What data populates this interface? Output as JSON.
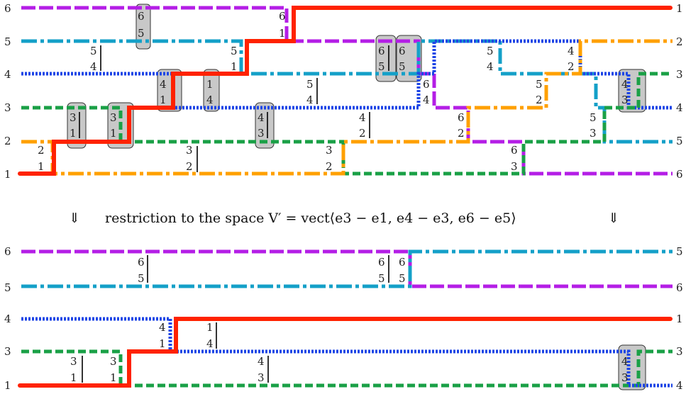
{
  "caption": {
    "arrow": "⇓",
    "text": "restriction to the space V′ = vect⟨e3 − e1, e4 − e3, e6 − e5⟩"
  },
  "colors": {
    "red": "#ff2200",
    "purple": "#b41ee6",
    "cyan": "#14a0c8",
    "blue": "#1e46e6",
    "green": "#1aa046",
    "orange": "#ffa000"
  },
  "top_diagram": {
    "left_labels": [
      "6",
      "5",
      "4",
      "3",
      "2",
      "1"
    ],
    "right_labels": [
      "1",
      "2",
      "3",
      "4",
      "5",
      "6"
    ],
    "crossings": [
      {
        "upper": "6",
        "lower": "5",
        "boxed": true
      },
      {
        "upper": "6",
        "lower": "1",
        "boxed": false
      },
      {
        "upper": "5",
        "lower": "4",
        "boxed": false
      },
      {
        "upper": "5",
        "lower": "1",
        "boxed": false
      },
      {
        "upper": "6",
        "lower": "5",
        "boxed": true
      },
      {
        "upper": "6",
        "lower": "5",
        "boxed": true
      },
      {
        "upper": "5",
        "lower": "4",
        "boxed": false
      },
      {
        "upper": "4",
        "lower": "2",
        "boxed": false
      },
      {
        "upper": "4",
        "lower": "1",
        "boxed": true
      },
      {
        "upper": "1",
        "lower": "4",
        "boxed": true
      },
      {
        "upper": "5",
        "lower": "4",
        "boxed": false
      },
      {
        "upper": "6",
        "lower": "4",
        "boxed": false
      },
      {
        "upper": "5",
        "lower": "2",
        "boxed": false
      },
      {
        "upper": "4",
        "lower": "3",
        "boxed": true
      },
      {
        "upper": "3",
        "lower": "1",
        "boxed": true
      },
      {
        "upper": "3",
        "lower": "1",
        "boxed": true
      },
      {
        "upper": "4",
        "lower": "3",
        "boxed": true
      },
      {
        "upper": "4",
        "lower": "2",
        "boxed": false
      },
      {
        "upper": "6",
        "lower": "2",
        "boxed": false
      },
      {
        "upper": "5",
        "lower": "3",
        "boxed": false
      },
      {
        "upper": "2",
        "lower": "1",
        "boxed": false
      },
      {
        "upper": "3",
        "lower": "2",
        "boxed": false
      },
      {
        "upper": "3",
        "lower": "2",
        "boxed": false
      },
      {
        "upper": "6",
        "lower": "3",
        "boxed": false
      }
    ]
  },
  "bottom_diagram": {
    "left_labels": [
      "6",
      "5",
      "4",
      "3",
      "1"
    ],
    "right_labels": [
      "5",
      "6",
      "1",
      "3",
      "4"
    ],
    "crossings": [
      {
        "upper": "6",
        "lower": "5",
        "boxed": false
      },
      {
        "upper": "6",
        "lower": "5",
        "boxed": false
      },
      {
        "upper": "6",
        "lower": "5",
        "boxed": false
      },
      {
        "upper": "4",
        "lower": "1",
        "boxed": false
      },
      {
        "upper": "1",
        "lower": "4",
        "boxed": false
      },
      {
        "upper": "3",
        "lower": "1",
        "boxed": false
      },
      {
        "upper": "3",
        "lower": "1",
        "boxed": false
      },
      {
        "upper": "4",
        "lower": "3",
        "boxed": false
      },
      {
        "upper": "4",
        "lower": "3",
        "boxed": true
      }
    ]
  }
}
